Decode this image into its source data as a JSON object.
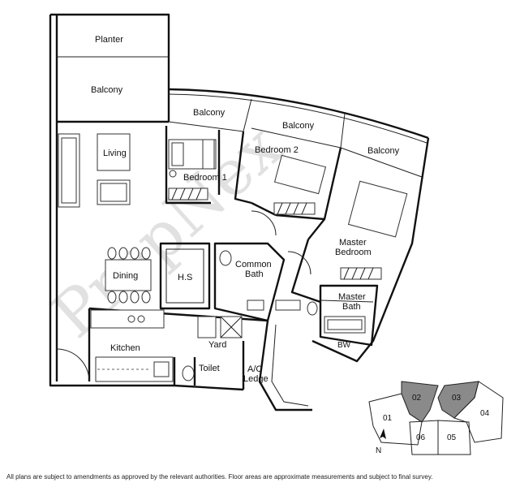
{
  "rooms": {
    "planter": "Planter",
    "balcony_left": "Balcony",
    "balcony_b1": "Balcony",
    "balcony_b2": "Balcony",
    "balcony_master": "Balcony",
    "living": "Living",
    "bedroom1": "Bedroom 1",
    "bedroom2": "Bedroom 2",
    "master_bedroom_line1": "Master",
    "master_bedroom_line2": "Bedroom",
    "dining": "Dining",
    "hs": "H.S",
    "common_bath_line1": "Common",
    "common_bath_line2": "Bath",
    "master_bath_line1": "Master",
    "master_bath_line2": "Bath",
    "bw": "BW",
    "kitchen": "Kitchen",
    "yard": "Yard",
    "toilet": "Toilet",
    "ac_ledge_line1": "A/C",
    "ac_ledge_line2": "Ledge"
  },
  "key_plan": {
    "units": [
      "01",
      "02",
      "03",
      "04",
      "05",
      "06"
    ],
    "highlighted": [
      "02",
      "03"
    ],
    "north": "N"
  },
  "watermark": "PropNex",
  "footer": "All plans are subject to amendments as approved by the relevant authorities. Floor areas are approximate measurements and subject to final survey.",
  "colors": {
    "wall": "#111111",
    "highlight": "#8a8a8a",
    "watermark": "#c9c9c9"
  }
}
